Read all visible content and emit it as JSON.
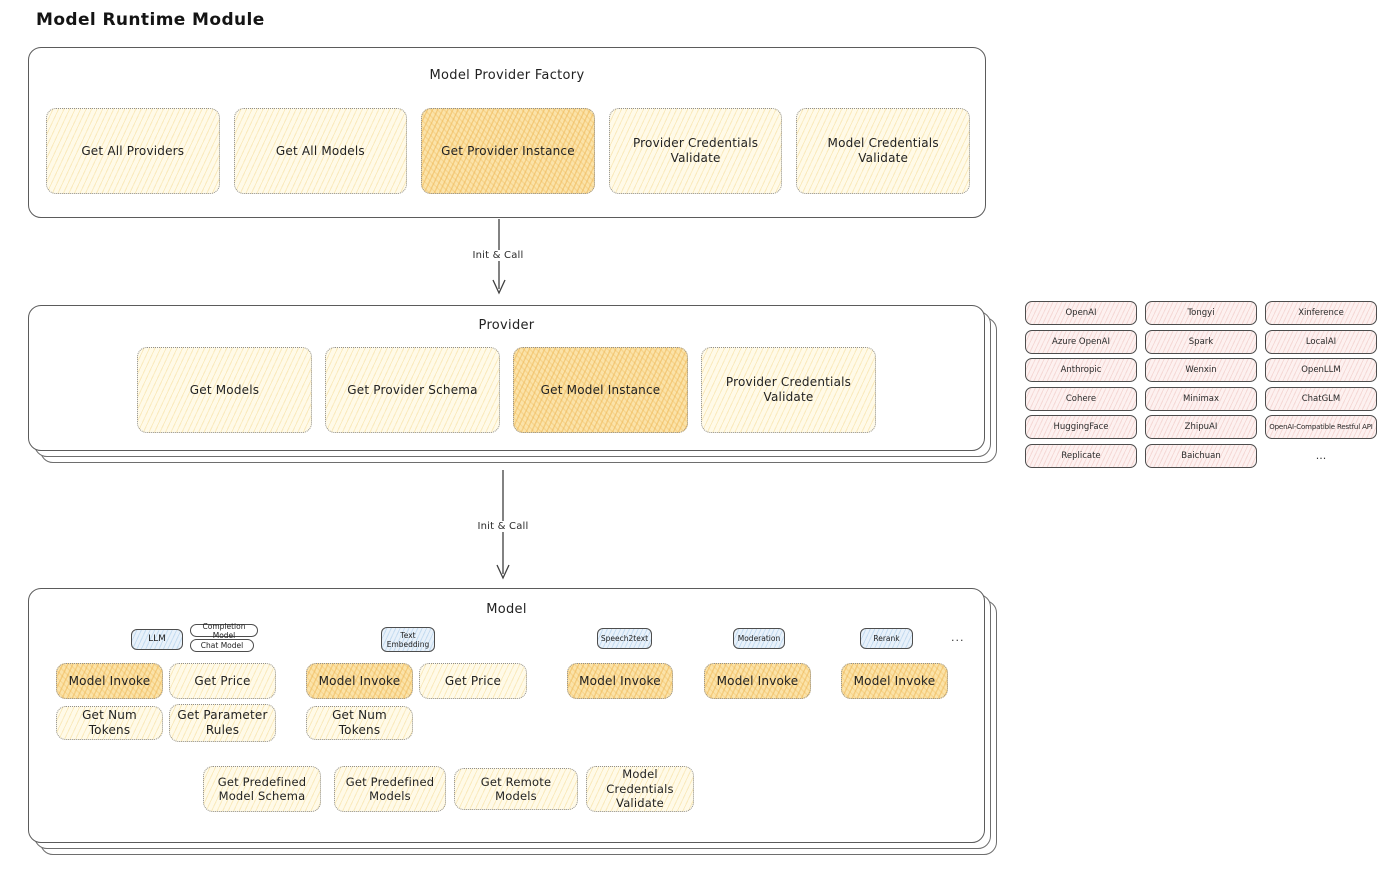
{
  "page": {
    "title": "Model Runtime Module"
  },
  "colors": {
    "yellow_box_fill": "#FFFAE8",
    "yellow_box_hatch": "#F0CD6E",
    "orange_box_fill": "#FBE3A9",
    "orange_box_hatch": "#EFB959",
    "pink_chip_fill": "#FDF1F0",
    "pink_chip_hatch": "#EFC5C1",
    "blue_tab_fill": "#E8F1FA",
    "blue_tab_hatch": "#A9CBE8",
    "border_solid": "#4D4D4D",
    "border_dotted": "#8F8F8F"
  },
  "factory": {
    "title": "Model Provider Factory",
    "items": [
      {
        "label": "Get All Providers"
      },
      {
        "label": "Get All Models"
      },
      {
        "label": "Get Provider Instance"
      },
      {
        "label": "Provider Credentials Validate"
      },
      {
        "label": "Model Credentials Validate"
      }
    ]
  },
  "arrows": {
    "factory_to_provider": "Init & Call",
    "provider_to_model": "Init & Call"
  },
  "provider": {
    "title": "Provider",
    "items": [
      {
        "label": "Get Models"
      },
      {
        "label": "Get Provider Schema"
      },
      {
        "label": "Get Model Instance"
      },
      {
        "label": "Provider Credentials Validate"
      }
    ]
  },
  "provider_list": {
    "items": [
      "OpenAI",
      "Tongyi",
      "Xinference",
      "Azure OpenAI",
      "Spark",
      "LocalAI",
      "Anthropic",
      "Wenxin",
      "OpenLLM",
      "Cohere",
      "Minimax",
      "ChatGLM",
      "HuggingFace",
      "ZhipuAI",
      "OpenAI-Compatible Restful API",
      "Replicate",
      "Baichuan"
    ],
    "more": "..."
  },
  "model": {
    "title": "Model",
    "tabs": {
      "llm": "LLM",
      "completion_model": "Completion Model",
      "chat_model": "Chat Model",
      "text_embedding": "Text Embedding",
      "speech2text": "Speech2text",
      "moderation": "Moderation",
      "rerank": "Rerank",
      "more": "..."
    },
    "llm": {
      "invoke": "Model Invoke",
      "get_price": "Get Price",
      "get_num_tokens": "Get Num Tokens",
      "get_parameter_rules": "Get Parameter Rules"
    },
    "text_embedding": {
      "invoke": "Model Invoke",
      "get_price": "Get Price",
      "get_num_tokens": "Get Num Tokens"
    },
    "speech2text": {
      "invoke": "Model Invoke"
    },
    "moderation": {
      "invoke": "Model Invoke"
    },
    "rerank": {
      "invoke": "Model Invoke"
    },
    "common": [
      {
        "label": "Get Predefined Model Schema"
      },
      {
        "label": "Get Predefined Models"
      },
      {
        "label": "Get Remote Models"
      },
      {
        "label": "Model Credentials Validate"
      }
    ]
  }
}
